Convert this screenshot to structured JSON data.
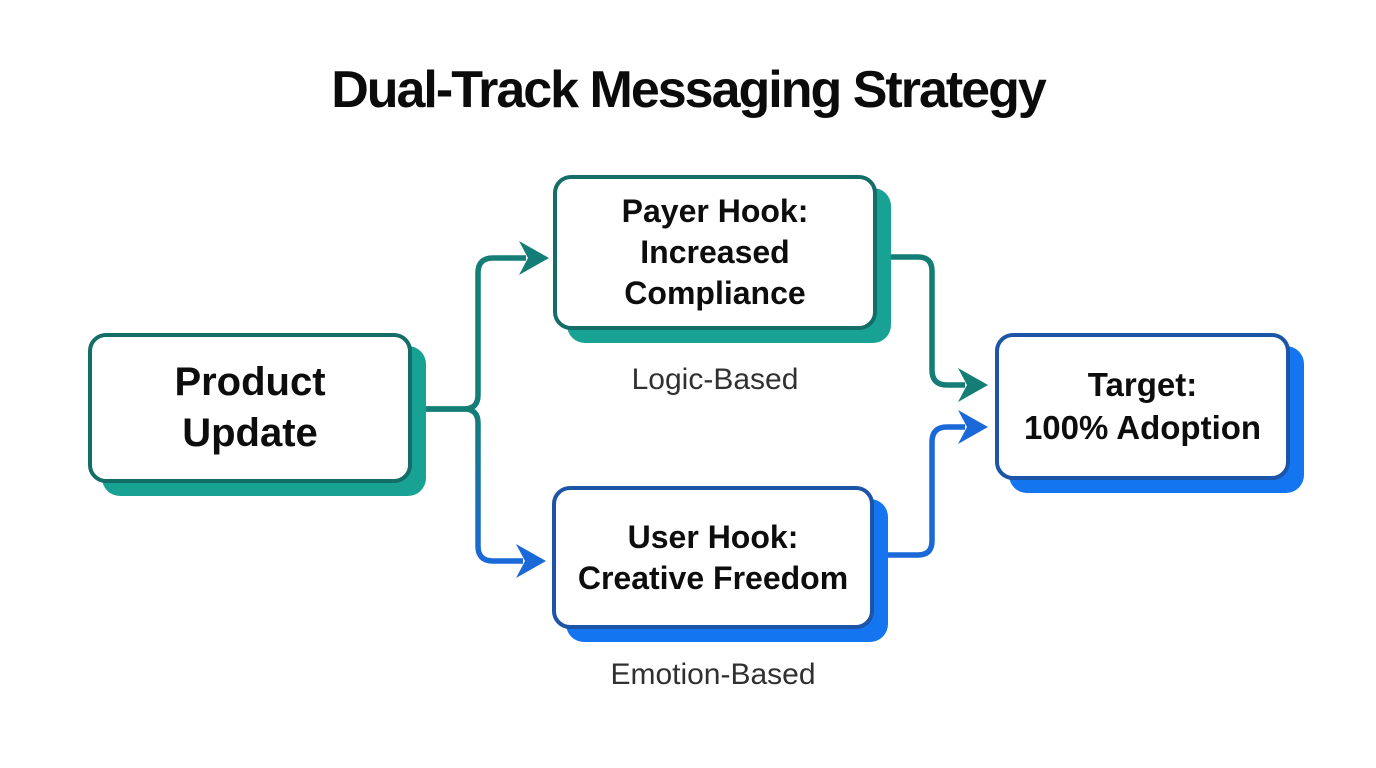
{
  "title": "Dual-Track Messaging Strategy",
  "nodes": {
    "product": {
      "text": "Product\nUpdate",
      "theme": "teal"
    },
    "payer": {
      "text": "Payer Hook:\nIncreased\nCompliance",
      "theme": "teal"
    },
    "user": {
      "text": "User Hook:\nCreative Freedom",
      "theme": "blue"
    },
    "target": {
      "text": "Target:\n100% Adoption",
      "theme": "blue"
    }
  },
  "track_labels": {
    "logic": "Logic-Based",
    "emotion": "Emotion-Based"
  },
  "edges": [
    {
      "from": "product",
      "to": "payer",
      "theme": "teal"
    },
    {
      "from": "product",
      "to": "user",
      "theme": "teal-to-blue"
    },
    {
      "from": "payer",
      "to": "target",
      "theme": "teal"
    },
    {
      "from": "user",
      "to": "target",
      "theme": "blue"
    }
  ],
  "colors": {
    "teal_border": "#146E67",
    "teal_shadow": "#18A294",
    "teal_line": "#147D75",
    "blue_border": "#1C54A8",
    "blue_shadow": "#1475F0",
    "blue_line": "#1B69D9",
    "title_text": "#0B0B0B",
    "node_text": "#0D0D0D",
    "label_text": "#303030",
    "background": "#FFFFFF"
  }
}
